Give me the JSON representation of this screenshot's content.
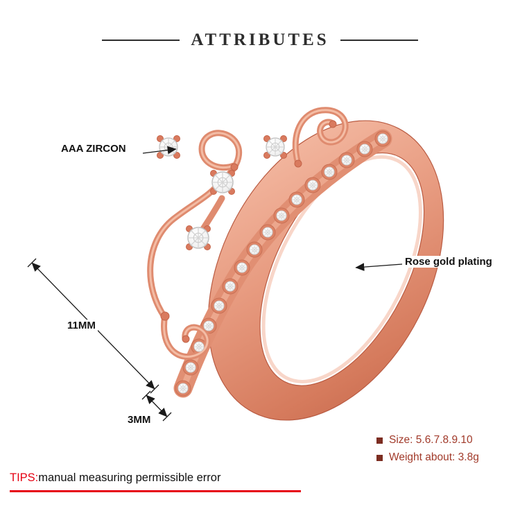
{
  "header": {
    "title": "ATTRIBUTES"
  },
  "annotations": {
    "zircon_label": "AAA ZIRCON",
    "plating_label": "Rose gold plating",
    "dim_height_label": "11MM",
    "dim_band_label": "3MM"
  },
  "specs": {
    "items": [
      {
        "label": "Size: 5.6.7.8.9.10"
      },
      {
        "label": "Weight about: 3.8g"
      }
    ]
  },
  "tips": {
    "label": "TIPS:",
    "text": "manual measuring permissible error"
  },
  "colors": {
    "rose_gold": "#e79a7f",
    "accent_red": "#e60012",
    "spec_text": "#a13a2a",
    "label_text": "#111111"
  }
}
